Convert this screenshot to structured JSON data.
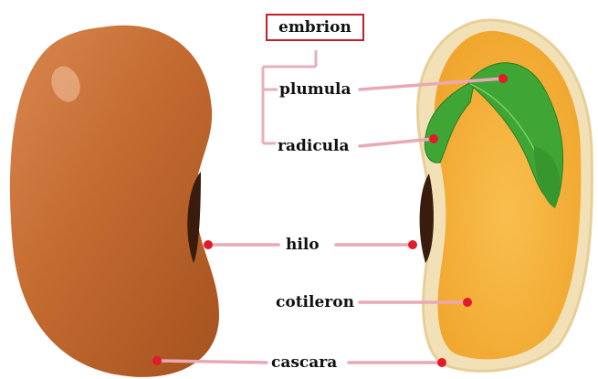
{
  "diagram": {
    "labels": {
      "embrion": "embrion",
      "plumula": "plumula",
      "radicula": "radicula",
      "hilo": "hilo",
      "cotileron": "cotileron",
      "cascara": "cascara"
    },
    "colors": {
      "seed_coat": "#c36a30",
      "cotyledon": "#f6b43c",
      "embryo": "#3fa535",
      "hilum": "#3a1c0c",
      "pointer_line": "#e9a9b4",
      "pointer_dot": "#e21b2b",
      "bracket": "#e6b0bb",
      "embrion_box": "#c0202a"
    }
  }
}
